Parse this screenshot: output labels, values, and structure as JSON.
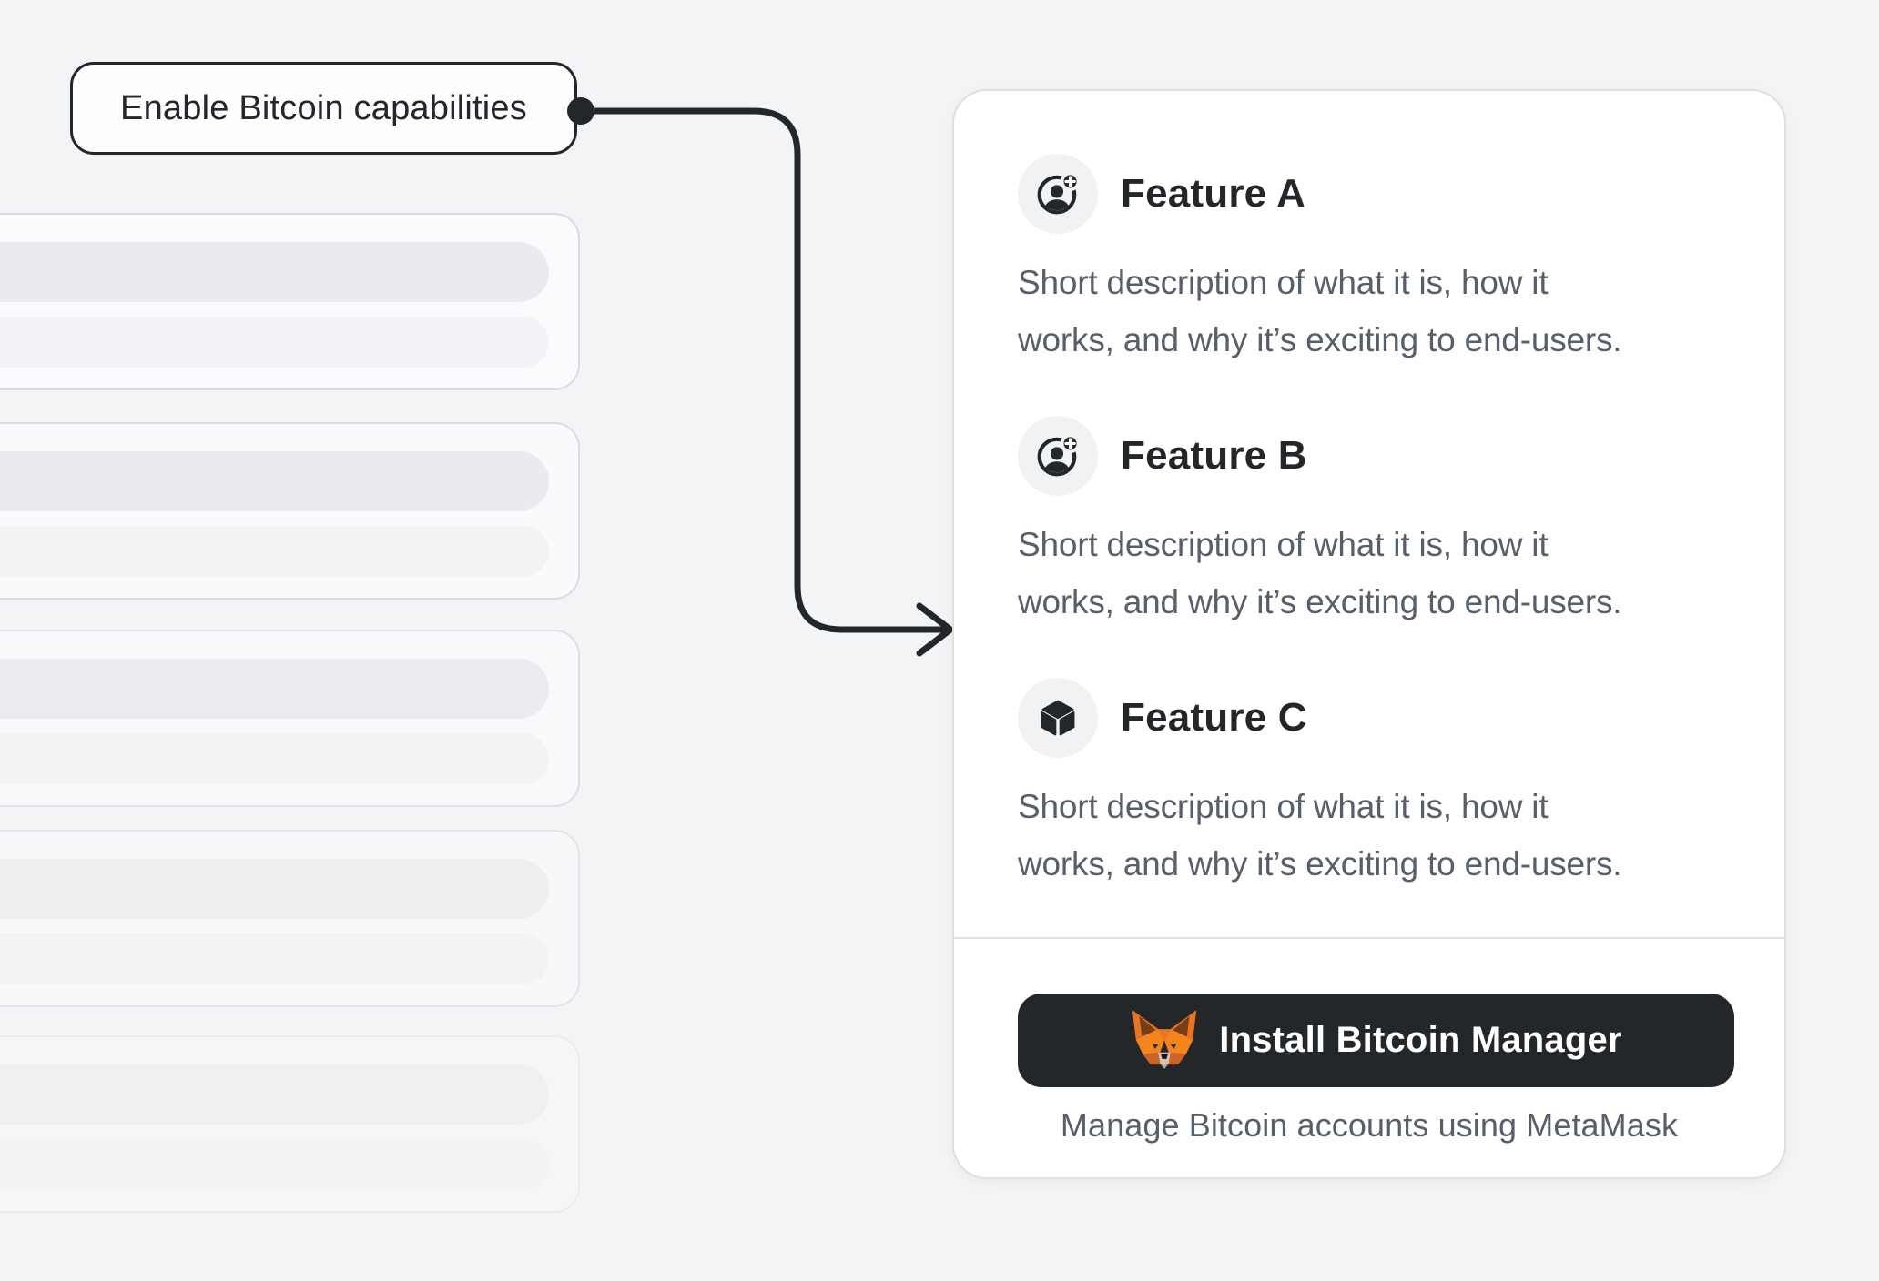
{
  "annotation": {
    "label": "Enable Bitcoin capabilities"
  },
  "skeleton": {
    "card_count": 5,
    "bars_per_card": 2
  },
  "feature_card": {
    "features": [
      {
        "title": "Feature A",
        "icon": "user-add-icon",
        "lines": [
          "Short description of what it is, how it",
          "works, and why it’s exciting to end-users."
        ]
      },
      {
        "title": "Feature B",
        "icon": "user-add-icon",
        "lines": [
          "Short description of what it is, how it",
          "works, and why it’s exciting to end-users."
        ]
      },
      {
        "title": "Feature C",
        "icon": "cube-icon",
        "lines": [
          "Short description of what it is, how it",
          "works, and why it’s exciting to end-users."
        ]
      }
    ],
    "footer": {
      "button_label": "Install Bitcoin Manager",
      "button_icon": "metamask-fox-icon",
      "caption": "Manage Bitcoin accounts using MetaMask"
    }
  },
  "colors": {
    "page_background": "#f3f4f5",
    "ink_dark": "#24272a",
    "text_secondary": "#57606a",
    "card_border": "#dcdfe3",
    "fox_orange": "#e77524"
  }
}
